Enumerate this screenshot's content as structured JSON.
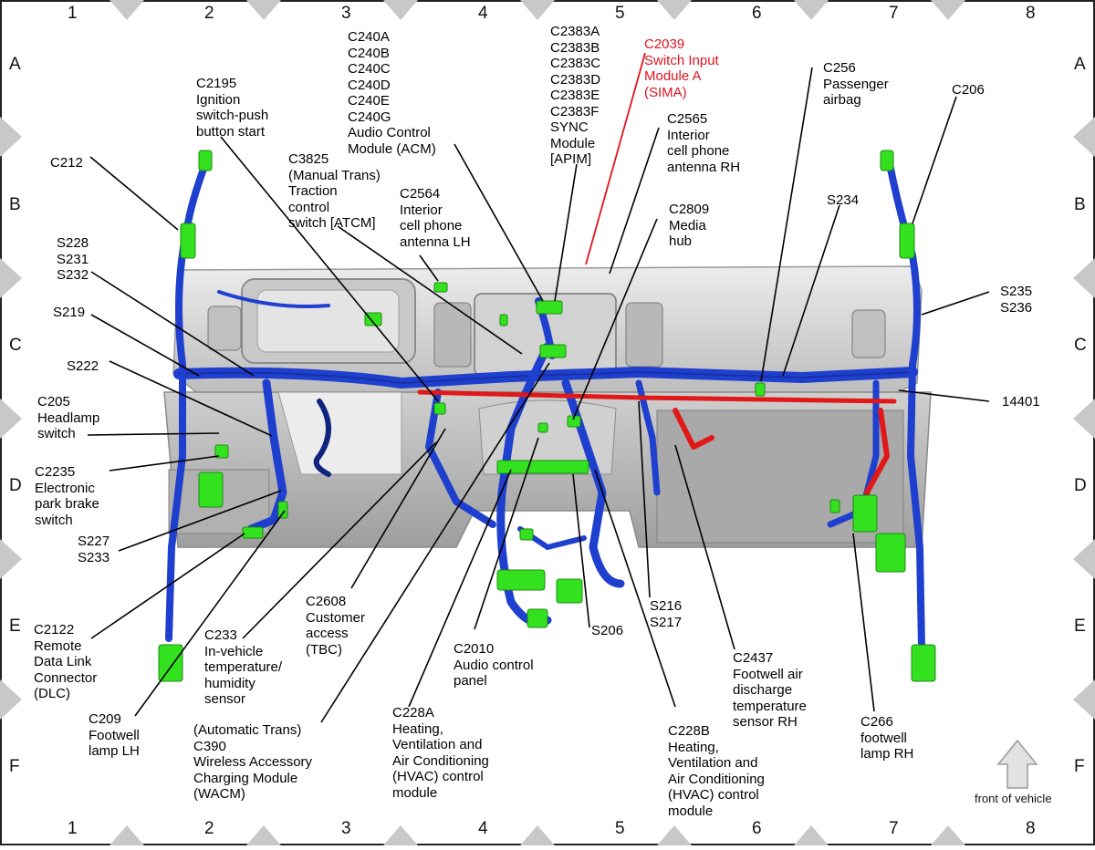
{
  "grid": {
    "columns": [
      "1",
      "2",
      "3",
      "4",
      "5",
      "6",
      "7",
      "8"
    ],
    "rows": [
      "A",
      "B",
      "C",
      "D",
      "E",
      "F"
    ]
  },
  "labels": {
    "c240": "C240A\nC240B\nC240C\nC240D\nC240E\nC240G\nAudio Control\nModule (ACM)",
    "c2383": "C2383A\nC2383B\nC2383C\nC2383D\nC2383E\nC2383F\nSYNC\nModule\n[APIM]",
    "c2039": "C2039\nSwitch Input\nModule A\n(SIMA)",
    "c256": "C256\nPassenger\nairbag",
    "c206": "C206",
    "c2195": "C2195\nIgnition\nswitch-push\nbutton start",
    "c2565": "C2565\nInterior\ncell phone\nantenna RH",
    "c212": "C212",
    "c3825": "C3825\n(Manual Trans)\nTraction\ncontrol\nswitch [ATCM]",
    "c2564": "C2564\nInterior\ncell phone\nantenna LH",
    "s234": "S234",
    "c2809": "C2809\nMedia\nhub",
    "s228": "S228\nS231\nS232",
    "s235": "S235\nS236",
    "s219": "S219",
    "s222": "S222",
    "n14401": "14401",
    "c205": "C205\nHeadlamp\nswitch",
    "c2235": "C2235\nElectronic\npark brake\nswitch",
    "s227": "S227\nS233",
    "c2608": "C2608\nCustomer\naccess\n(TBC)",
    "s216": "S216\nS217",
    "c2122": "C2122\nRemote\nData Link\nConnector\n(DLC)",
    "c233": "C233\nIn-vehicle\ntemperature/\nhumidity\nsensor",
    "s206": "S206",
    "c2010": "C2010\nAudio control\npanel",
    "c2437": "C2437\nFootwell air\ndischarge\ntemperature\nsensor RH",
    "c209": "C209\nFootwell\nlamp LH",
    "c390": "(Automatic Trans)\nC390\nWireless Accessory\nCharging Module\n(WACM)",
    "c228a": "C228A\nHeating,\nVentilation and\nAir Conditioning\n(HVAC) control\nmodule",
    "c228b": "C228B\nHeating,\nVentilation and\nAir Conditioning\n(HVAC) control\nmodule",
    "c266": "C266\nfootwell\nlamp RH"
  },
  "footer": {
    "front_of_vehicle": "front of vehicle"
  },
  "colors": {
    "harness": "#1f3fcf",
    "harness_dark": "#0f237f",
    "power_wire": "#e01818",
    "connector": "#33e11f",
    "highlight_callout": "#e0141e",
    "dash": "#d4d4d4",
    "border_tri": "#c8c8c8"
  }
}
